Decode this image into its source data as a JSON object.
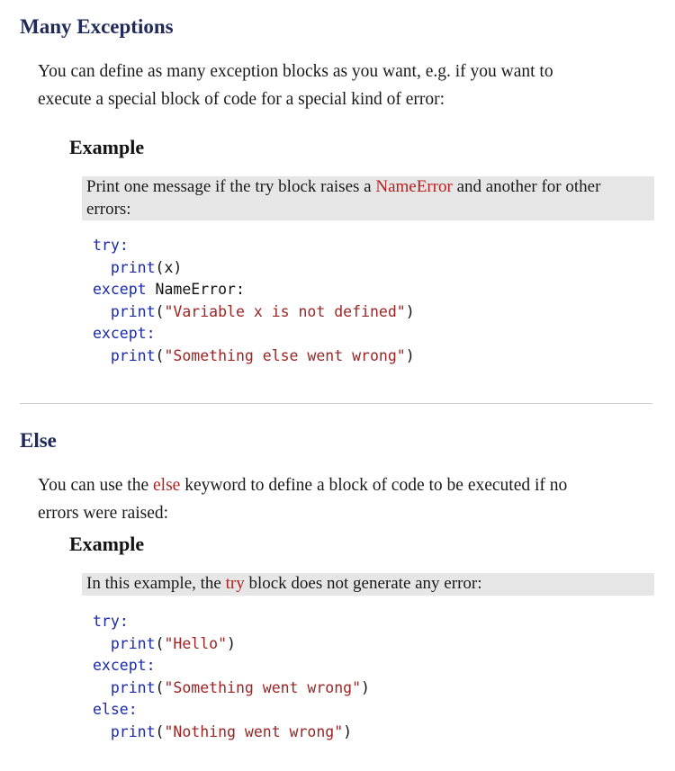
{
  "section1": {
    "title": "Many Exceptions",
    "para_line1": "You can define as many exception blocks as you want, e.g. if you want to",
    "para_line2": "execute a special block of code for a special kind of error:",
    "example_heading": "Example",
    "note_prefix": "Print one message if the try block raises a ",
    "note_keyword": "NameError",
    "note_suffix": " and another for other",
    "note_line2": "errors:",
    "code": {
      "l1_kw": "try",
      "l1_punc": ":",
      "l2_fn": "print",
      "l2_rest": "(x)",
      "l3_kw": "except",
      "l3_rest": " NameError:",
      "l4_fn": "print",
      "l4_open": "(",
      "l4_str": "\"Variable x is not defined\"",
      "l4_close": ")",
      "l5_kw": "except",
      "l5_punc": ":",
      "l6_fn": "print",
      "l6_open": "(",
      "l6_str": "\"Something else went wrong\"",
      "l6_close": ")"
    }
  },
  "section2": {
    "title": "Else",
    "para_prefix": "You can use the ",
    "para_keyword": "else",
    "para_suffix": " keyword to define a block of code to be executed if no",
    "para_line2": "errors were raised:",
    "example_heading": "Example",
    "note_prefix": "In this example, the ",
    "note_keyword": "try",
    "note_suffix": " block does not generate any error:",
    "code": {
      "l1_kw": "try",
      "l1_punc": ":",
      "l2_fn": "print",
      "l2_open": "(",
      "l2_str": "\"Hello\"",
      "l2_close": ")",
      "l3_kw": "except",
      "l3_punc": ":",
      "l4_fn": "print",
      "l4_open": "(",
      "l4_str": "\"Something went wrong\"",
      "l4_close": ")",
      "l5_kw": "else",
      "l5_punc": ":",
      "l6_fn": "print",
      "l6_open": "(",
      "l6_str": "\"Nothing went wrong\"",
      "l6_close": ")"
    }
  },
  "colors": {
    "heading": "#1f2a5a",
    "keyword_red": "#b61f1f",
    "note_background": "#e6e6e6",
    "code_keyword": "#1a2ba8",
    "code_string": "#9b2424",
    "divider": "#cfcfcf"
  }
}
